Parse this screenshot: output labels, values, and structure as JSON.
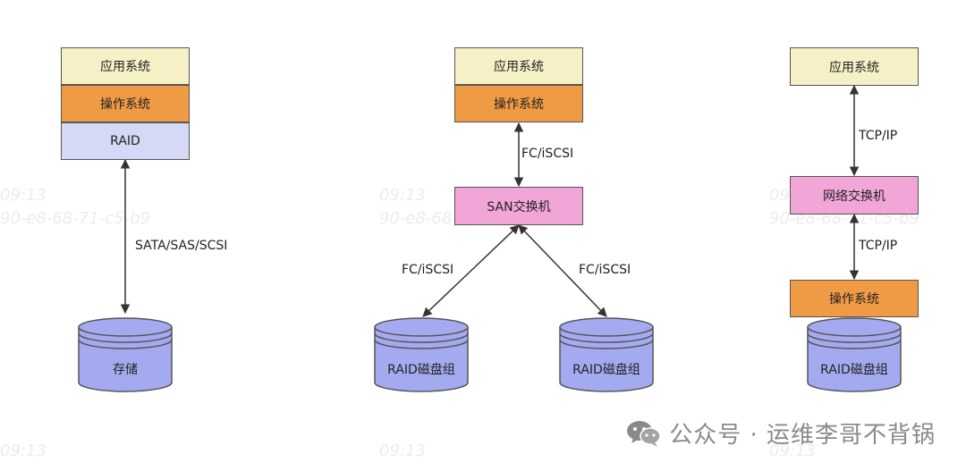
{
  "diagram1": {
    "app": "应用系统",
    "os": "操作系统",
    "raid": "RAID",
    "link": "SATA/SAS/SCSI",
    "storage": "存储"
  },
  "diagram2": {
    "app": "应用系统",
    "os": "操作系统",
    "link_top": "FC/iSCSI",
    "switch": "SAN交换机",
    "link_left": "FC/iSCSI",
    "link_right": "FC/iSCSI",
    "disk_left": "RAID磁盘组",
    "disk_right": "RAID磁盘组"
  },
  "diagram3": {
    "app": "应用系统",
    "link_top": "TCP/IP",
    "switch": "网络交换机",
    "link_bottom": "TCP/IP",
    "os": "操作系统",
    "disk": "RAID磁盘组"
  },
  "watermarks": {
    "time": "09:13",
    "mac": "90-e8-68-71-c5-b9"
  },
  "footer": {
    "text": "公众号 · 运维李哥不背锅",
    "icon": "wechat-icon"
  },
  "colors": {
    "app": "#f6f0c6",
    "os": "#ef9a45",
    "raid_layer": "#d6d9f6",
    "switch": "#f2a6d8",
    "disk": "#a4aaf0",
    "border": "#555555"
  }
}
